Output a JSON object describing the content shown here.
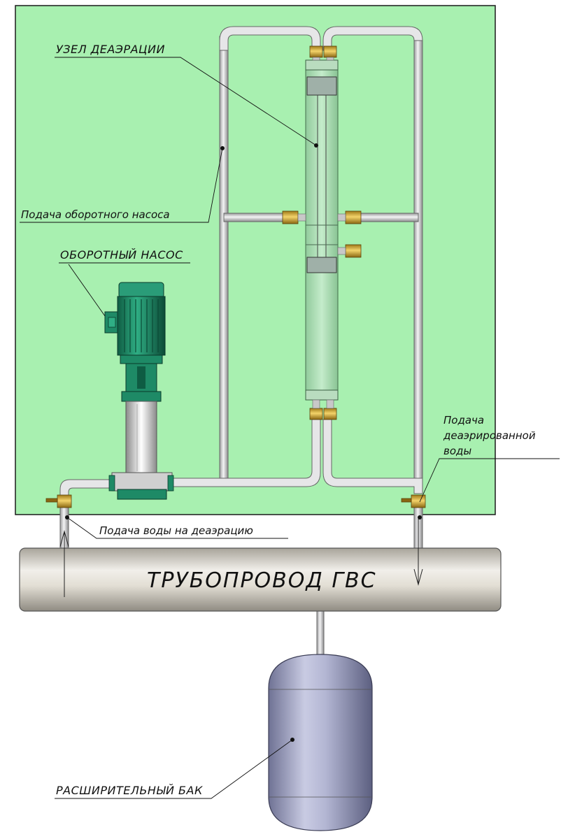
{
  "labels": {
    "deaeration_unit": "УЗЕЛ ДЕАЭРАЦИИ",
    "circulation_pump_feed": "Подача оборотного насоса",
    "circulation_pump": "ОБОРОТНЫЙ НАСОС",
    "deaerated_water_line1": "Подача",
    "deaerated_water_line2": "деаэрированной",
    "deaerated_water_line3": "воды",
    "water_to_deaeration": "Подача воды на деаэрацию",
    "dhw_pipeline": "ТРУБОПРОВОД ГВС",
    "expansion_tank": "РАСШИРИТЕЛЬНЫЙ БАК"
  },
  "colors": {
    "panel": "#a8f0b0",
    "pump_green": "#1e8a66",
    "pipe": "#d6d6d8",
    "fitting": "#d9b23a",
    "tank": "#9ea3c6"
  }
}
